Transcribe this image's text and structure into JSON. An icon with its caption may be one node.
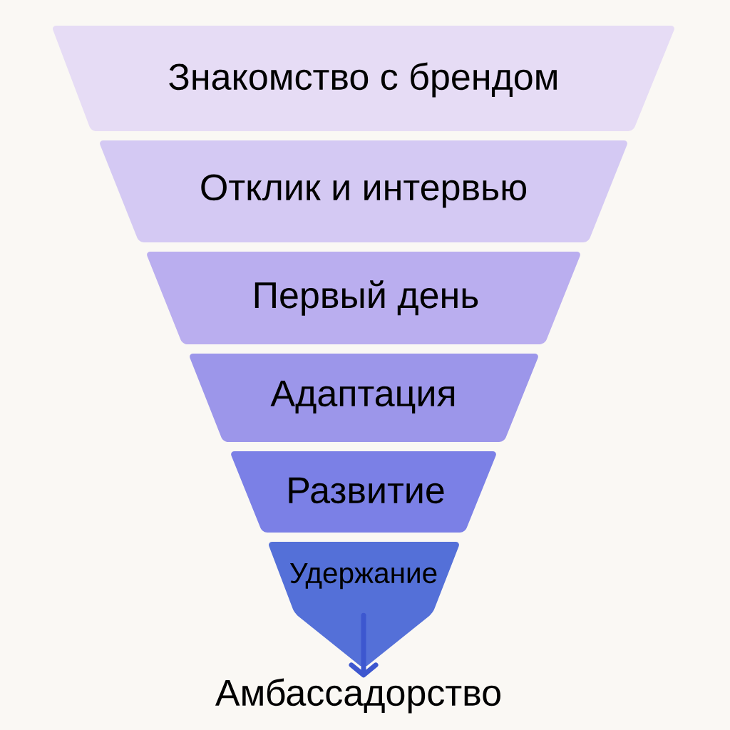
{
  "diagram": {
    "nodes": [
      {
        "text": [
          "Знакомство с брендом"
        ]
      },
      {
        "text": [
          "Отклик и интервью"
        ]
      },
      {
        "text": [
          "Первый день"
        ]
      },
      {
        "text": [
          "Адаптация"
        ]
      },
      {
        "text": [
          "Развитие"
        ]
      },
      {
        "text": [
          "Удержание"
        ]
      },
      {
        "text": [
          "Амбассадорство"
        ]
      }
    ],
    "edges": [
      {
        "from": 5,
        "to": 6,
        "arrow": "to"
      }
    ]
  }
}
